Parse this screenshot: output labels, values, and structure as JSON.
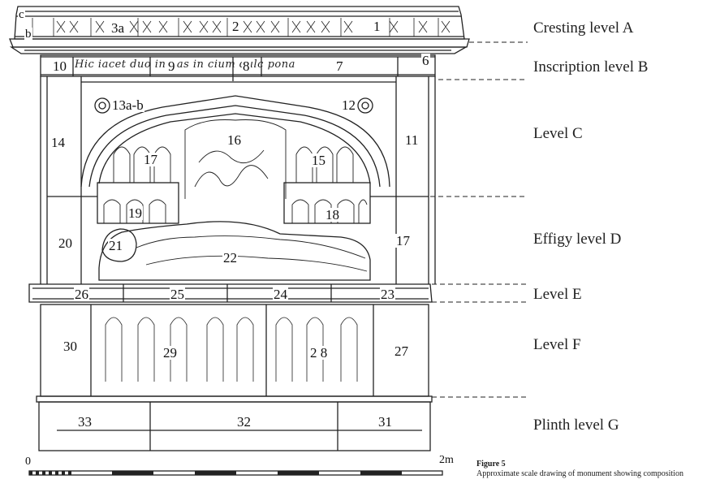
{
  "figure": {
    "label": "Figure 5",
    "caption": "Approximate scale drawing of monument showing composition"
  },
  "levels": [
    {
      "id": "A",
      "label": "Cresting level A"
    },
    {
      "id": "B",
      "label": "Inscription level  B"
    },
    {
      "id": "C",
      "label": "Level C"
    },
    {
      "id": "D",
      "label": "Effigy level D"
    },
    {
      "id": "E",
      "label": "Level E"
    },
    {
      "id": "F",
      "label": "Level F"
    },
    {
      "id": "G",
      "label": "Plinth level G"
    }
  ],
  "parts": {
    "c": "c",
    "b": "b",
    "p3a": "3a",
    "p2": "2",
    "p1": "1",
    "p10": "10",
    "p9": "9",
    "p8": "8",
    "p7": "7",
    "p6": "6",
    "p13ab": "13a-b",
    "p12": "12",
    "p14": "14",
    "p11": "11",
    "p17a": "17",
    "p16": "16",
    "p15": "15",
    "p19": "19",
    "p18": "18",
    "p20": "20",
    "p21": "21",
    "p22": "22",
    "p17b": "17",
    "p26": "26",
    "p25": "25",
    "p24": "24",
    "p23": "23",
    "p30": "30",
    "p29": "29",
    "p28": "2 8",
    "p27": "27",
    "p33": "33",
    "p32": "32",
    "p31": "31"
  },
  "inscription_text": "Hic iacet duo in     nas   in   cium dulc   pona",
  "scale": {
    "start": "0",
    "end": "2m"
  }
}
